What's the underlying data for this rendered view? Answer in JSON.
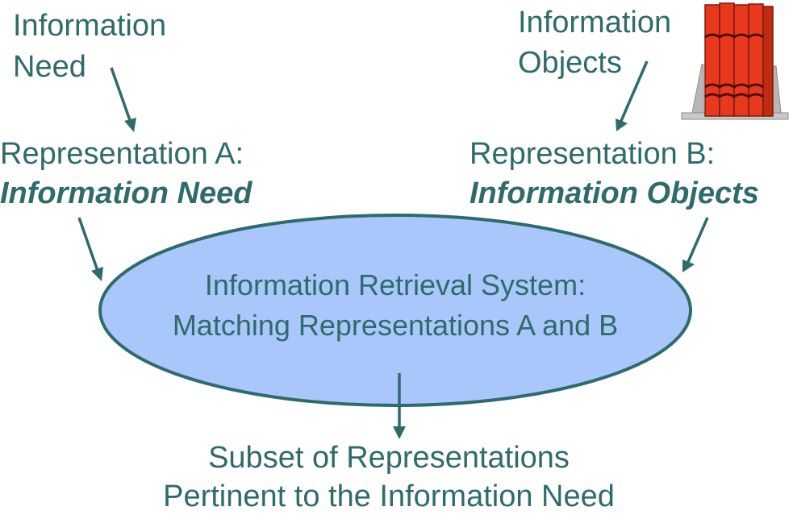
{
  "top_left": {
    "line1": "Information",
    "line2": "Need"
  },
  "top_right": {
    "line1": "Information",
    "line2": "Objects"
  },
  "rep_a": {
    "line1": "Representation A:",
    "line2": "Information Need"
  },
  "rep_b": {
    "line1": "Representation B:",
    "line2": "Information Objects"
  },
  "system": {
    "line1": "Information Retrieval System:",
    "line2": "Matching Representations A and B"
  },
  "result": {
    "line1": "Subset of Representations",
    "line2": "Pertinent to the Information Need"
  },
  "icon": "books-icon",
  "colors": {
    "text": "#2f6b6b",
    "ellipse_fill": "#a9c7fb",
    "ellipse_stroke": "#2f6b6b",
    "books": "#e8391e"
  }
}
